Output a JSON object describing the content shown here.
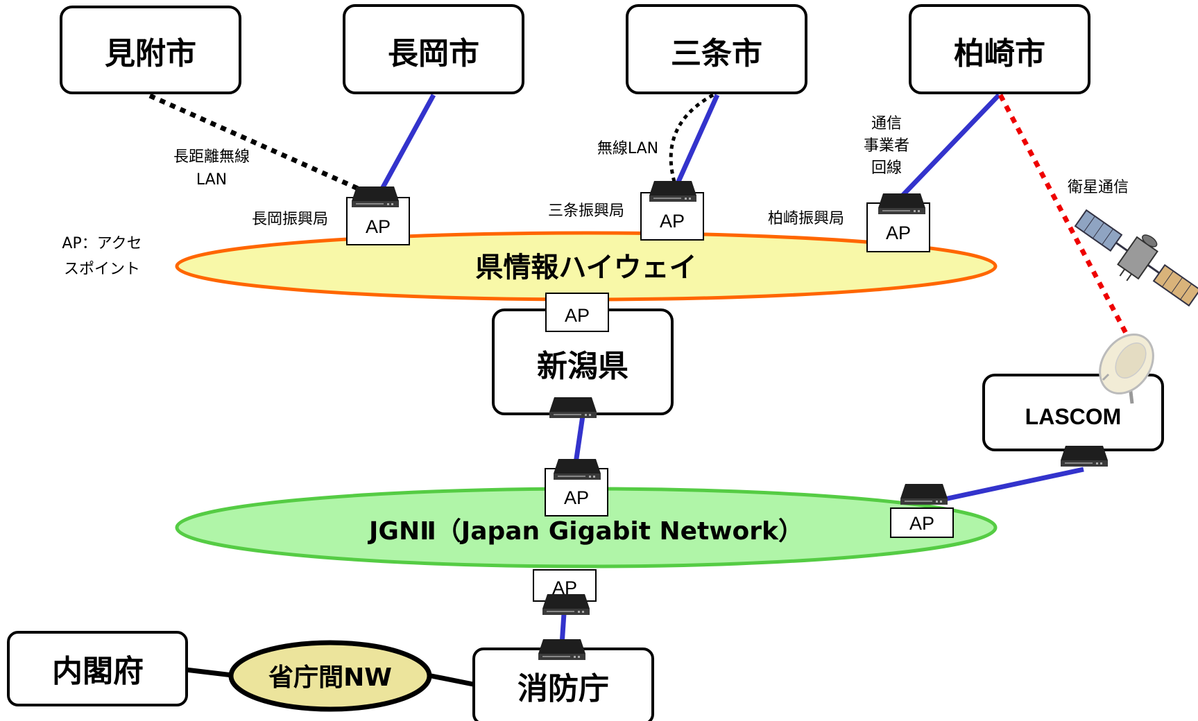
{
  "cities": {
    "mitsuke": "見附市",
    "nagaoka": "長岡市",
    "sanjo": "三条市",
    "kashiwazaki": "柏崎市"
  },
  "offices": {
    "nagaoka": "長岡振興局",
    "sanjo": "三条振興局",
    "kashiwazaki": "柏崎振興局"
  },
  "links": {
    "long_range_wireless": [
      "長距離無線",
      "LAN"
    ],
    "wireless_lan": "無線LAN",
    "carrier_line": [
      "通信",
      "事業者",
      "回線"
    ],
    "satellite": "衛星通信"
  },
  "legend": [
    "AP：アクセ",
    "スポイント"
  ],
  "networks": {
    "prefecture_highway": "県情報ハイウェイ",
    "jgn2": "JGNⅡ（Japan Gigabit Network）",
    "ministry_nw": "省庁間NW"
  },
  "nodes": {
    "niigata": "新潟県",
    "lascom": "LASCOM",
    "cabinet_office": "内閣府",
    "fdma": "消防庁"
  },
  "ap_label": "AP",
  "colors": {
    "highway_fill": "#f8f8a8",
    "highway_stroke": "#ff6600",
    "jgn_fill": "#b0f5a8",
    "jgn_stroke": "#55cc44",
    "ministry_fill": "#ece49c",
    "link_blue": "#3333cc",
    "satellite_red": "#ee0000"
  }
}
